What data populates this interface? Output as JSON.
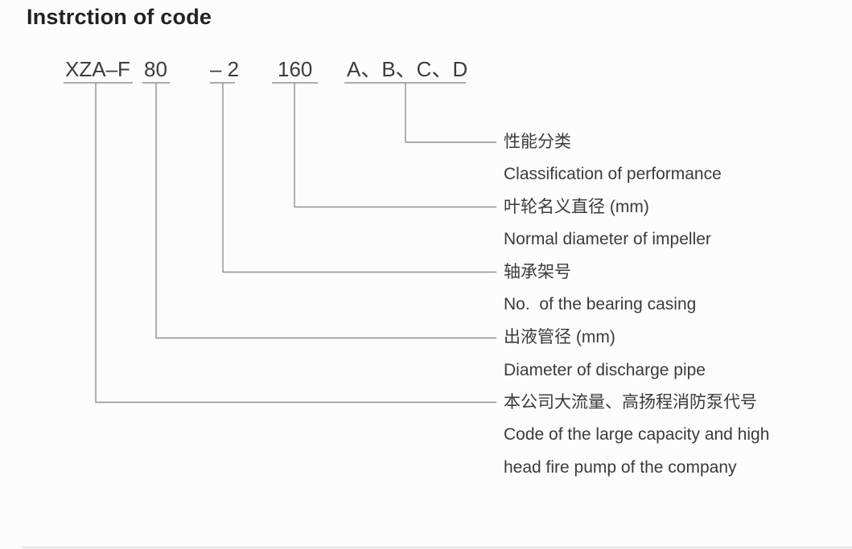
{
  "title": "Instrction of code",
  "code": {
    "segments": [
      {
        "meaning": "company fire pump series code",
        "text": "XZA–F"
      },
      {
        "meaning": "discharge pipe diameter",
        "text": "80"
      },
      {
        "meaning": "bearing casing number",
        "text": "– 2"
      },
      {
        "meaning": "impeller nominal diameter",
        "text": "160"
      },
      {
        "meaning": "performance classification",
        "text": "A、B、C、D"
      }
    ]
  },
  "labels": [
    {
      "zh": "性能分类",
      "en": "Classification of performance"
    },
    {
      "zh": "叶轮名义直径 (mm)",
      "en": "Normal diameter of impeller"
    },
    {
      "zh": "轴承架号",
      "en": "No.  of the bearing casing"
    },
    {
      "zh": "出液管径 (mm)",
      "en": "Diameter of discharge pipe"
    },
    {
      "zh": "本公司大流量、高扬程消防泵代号",
      "en": "Code of the large capacity and high head fire pump of the company"
    }
  ],
  "colors": {
    "background": "#fcfcfc",
    "text": "#3a3a3a",
    "title": "#222222",
    "line": "#909090"
  }
}
